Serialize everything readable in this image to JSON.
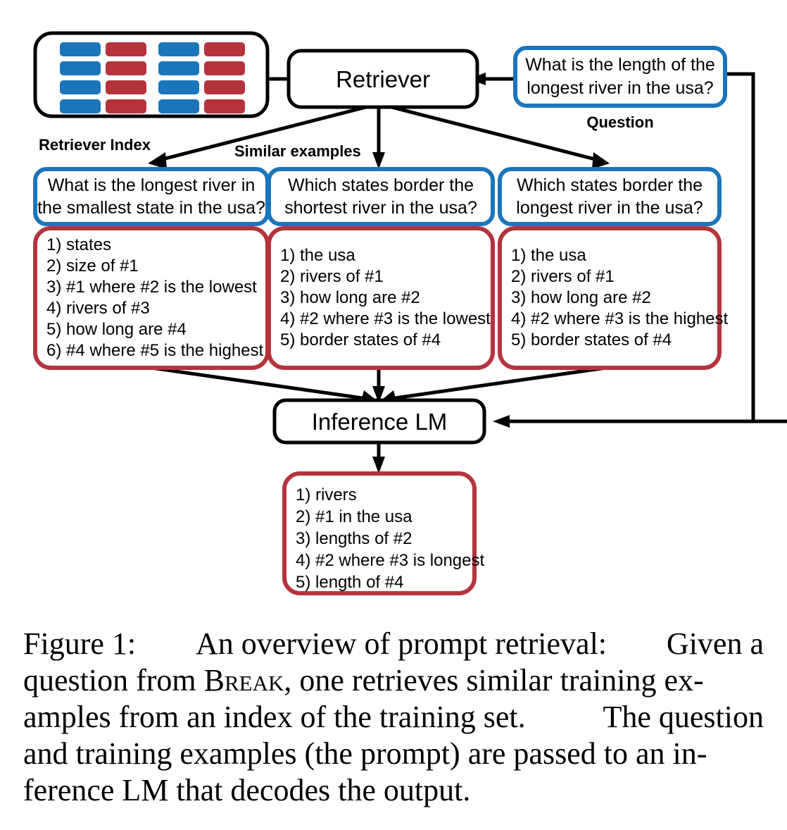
{
  "figure": {
    "label_retriever_index": "Retriever Index",
    "label_similar_examples": "Similar examples",
    "label_question": "Question"
  },
  "nodes": {
    "retriever": "Retriever",
    "inference_lm": "Inference LM"
  },
  "question": {
    "lines": [
      "What is the length of the",
      "longest river in the usa?"
    ]
  },
  "examples": [
    {
      "question_lines": [
        "What is the longest river in",
        "the smallest state in the usa?"
      ],
      "steps": [
        "1) states",
        "2) size of #1",
        "3) #1 where #2 is the lowest",
        "4) rivers of #3",
        "5) how long are #4",
        "6) #4 where #5 is the highest"
      ]
    },
    {
      "question_lines": [
        "Which states border the",
        "shortest river in the usa?"
      ],
      "steps": [
        "1) the usa",
        "2) rivers of #1",
        "3) how long are #2",
        "4) #2 where #3 is the lowest",
        "5) border states of #4"
      ]
    },
    {
      "question_lines": [
        "Which states border the",
        "longest river in the usa?"
      ],
      "steps": [
        "1) the usa",
        "2) rivers of #1",
        "3) how long are #2",
        "4) #2 where #3 is the highest",
        "5) border states of #4"
      ]
    }
  ],
  "output": {
    "steps": [
      "1) rivers",
      "2) #1 in the usa",
      "3) lengths of #2",
      "4) #2 where #3 is longest",
      "5) length of #4"
    ]
  },
  "index_blocks": {
    "rows": 4,
    "columns": 4,
    "pattern": [
      "blue",
      "red",
      "blue",
      "red"
    ]
  },
  "colors": {
    "blue": "#1b75bb",
    "red": "#b5343c",
    "black": "#000000",
    "white": "#ffffff"
  },
  "caption": {
    "line1_a": "Figure 1:",
    "line1_b": "An overview of prompt retrieval:",
    "line1_c": "Given a",
    "line2_a": "question from",
    "line2_smallcaps": "Break",
    "line2_b": ", one retrieves similar training ex-",
    "line3_a": "amples from an index of the training set.",
    "line3_b": "The question",
    "line4_a": "and training examples (the prompt) are passed to an in-",
    "line5_a": "ference LM that decodes the output."
  }
}
